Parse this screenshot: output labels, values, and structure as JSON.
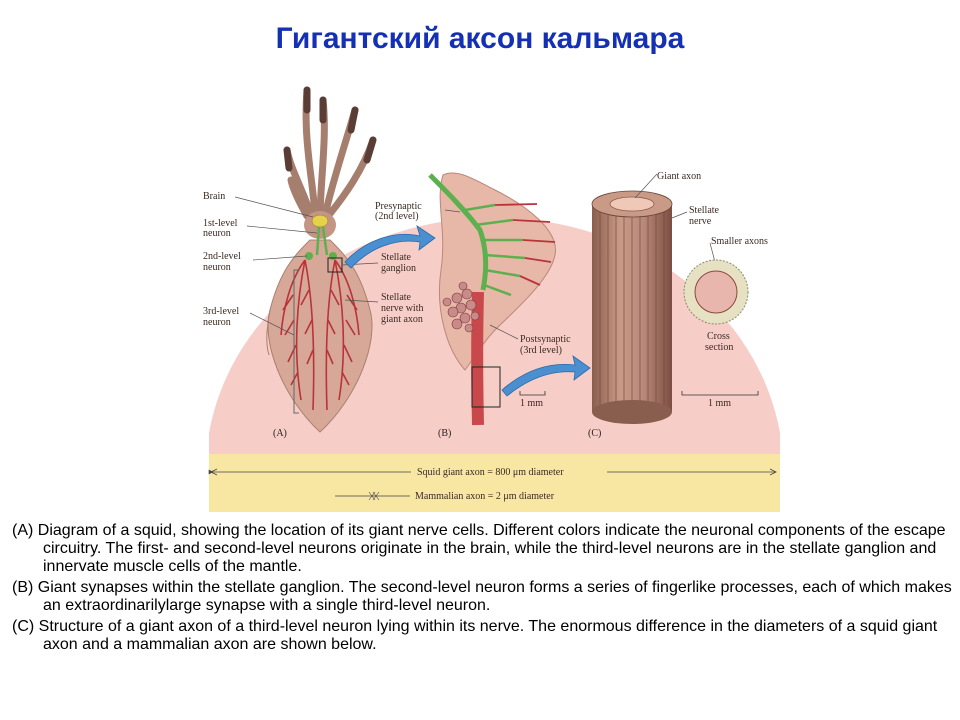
{
  "slide": {
    "title": "Гигантский аксон кальмара"
  },
  "figure": {
    "panel_a": {
      "panel_label": "(A)",
      "labels": {
        "brain": "Brain",
        "first_level_1": "1st-level",
        "first_level_2": "neuron",
        "second_level_1": "2nd-level",
        "second_level_2": "neuron",
        "third_level_1": "3rd-level",
        "third_level_2": "neuron",
        "stellate_ganglion_1": "Stellate",
        "stellate_ganglion_2": "ganglion",
        "stellate_nerve_1": "Stellate",
        "stellate_nerve_2": "nerve with",
        "stellate_nerve_3": "giant axon"
      }
    },
    "panel_b": {
      "panel_label": "(B)",
      "labels": {
        "presynaptic_1": "Presynaptic",
        "presynaptic_2": "(2nd level)",
        "postsynaptic_1": "Postsynaptic",
        "postsynaptic_2": "(3rd level)",
        "scale": "1 mm"
      }
    },
    "panel_c": {
      "panel_label": "(C)",
      "labels": {
        "giant_axon": "Giant axon",
        "stellate_nerve_1": "Stellate",
        "stellate_nerve_2": "nerve",
        "smaller_axons": "Smaller  axons",
        "cross_section_1": "Cross",
        "cross_section_2": "section",
        "scale": "1 mm"
      }
    },
    "scale_band": {
      "squid_axon": "Squid giant axon = 800 μm diameter",
      "mammalian_axon": "Mammalian axon = 2 μm diameter"
    },
    "colors": {
      "background_arc": "#f7cdc8",
      "band": "#f7e7a3",
      "squid_body": "#d7a898",
      "neuron_red": "#b8343a",
      "neuron_green": "#5eb04e",
      "neuron_yellow": "#e6d24a",
      "arrow_blue": "#4a8fd0",
      "title_blue": "#1430b4"
    }
  },
  "captions": [
    "(A) Diagram of a squid, showing the location of its giant nerve cells. Different colors indicate the neuronal components of the escape circuitry. The first- and second-level neurons originate in the brain, while the third-level neurons are in the stellate ganglion and innervate muscle cells of the mantle.",
    "(B) Giant synapses within the stellate ganglion. The second-level neuron forms a series of fingerlike processes, each of which makes an extraordinarilylarge synapse with a single third-level neuron.",
    "(C) Structure of a giant axon of a third-level neuron lying within its nerve. The enormous difference in the diameters of a squid giant axon and a mammalian axon are shown below."
  ]
}
